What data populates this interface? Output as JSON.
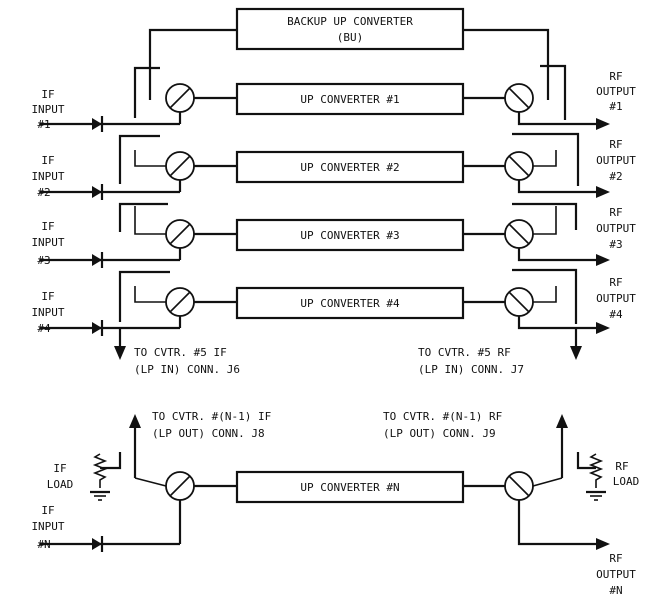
{
  "backup": {
    "line1": "BACKUP UP CONVERTER",
    "line2": "(BU)"
  },
  "channels": [
    {
      "converter": "UP CONVERTER #1",
      "if_input": [
        "IF",
        "INPUT",
        "#1"
      ],
      "rf_output": [
        "RF",
        "OUTPUT",
        "#1"
      ]
    },
    {
      "converter": "UP CONVERTER #2",
      "if_input": [
        "IF",
        "INPUT",
        "#2"
      ],
      "rf_output": [
        "RF",
        "OUTPUT",
        "#2"
      ]
    },
    {
      "converter": "UP CONVERTER #3",
      "if_input": [
        "IF",
        "INPUT",
        "#3"
      ],
      "rf_output": [
        "RF",
        "OUTPUT",
        "#3"
      ]
    },
    {
      "converter": "UP CONVERTER #4",
      "if_input": [
        "IF",
        "INPUT",
        "#4"
      ],
      "rf_output": [
        "RF",
        "OUTPUT",
        "#4"
      ]
    }
  ],
  "connectors": {
    "j6": [
      "TO CVTR. #5 IF",
      "(LP IN) CONN. J6"
    ],
    "j7": [
      "TO CVTR. #5 RF",
      "(LP IN) CONN. J7"
    ],
    "j8": [
      "TO CVTR. #(N-1) IF",
      "(LP OUT) CONN. J8"
    ],
    "j9": [
      "TO CVTR. #(N-1) RF",
      "(LP OUT) CONN. J9"
    ]
  },
  "channel_n": {
    "converter": "UP CONVERTER #N",
    "if_load": [
      "IF",
      "LOAD"
    ],
    "rf_load": [
      "RF",
      "LOAD"
    ],
    "if_input": [
      "IF",
      "INPUT",
      "#N"
    ],
    "rf_output": [
      "RF",
      "OUTPUT",
      "#N"
    ]
  }
}
